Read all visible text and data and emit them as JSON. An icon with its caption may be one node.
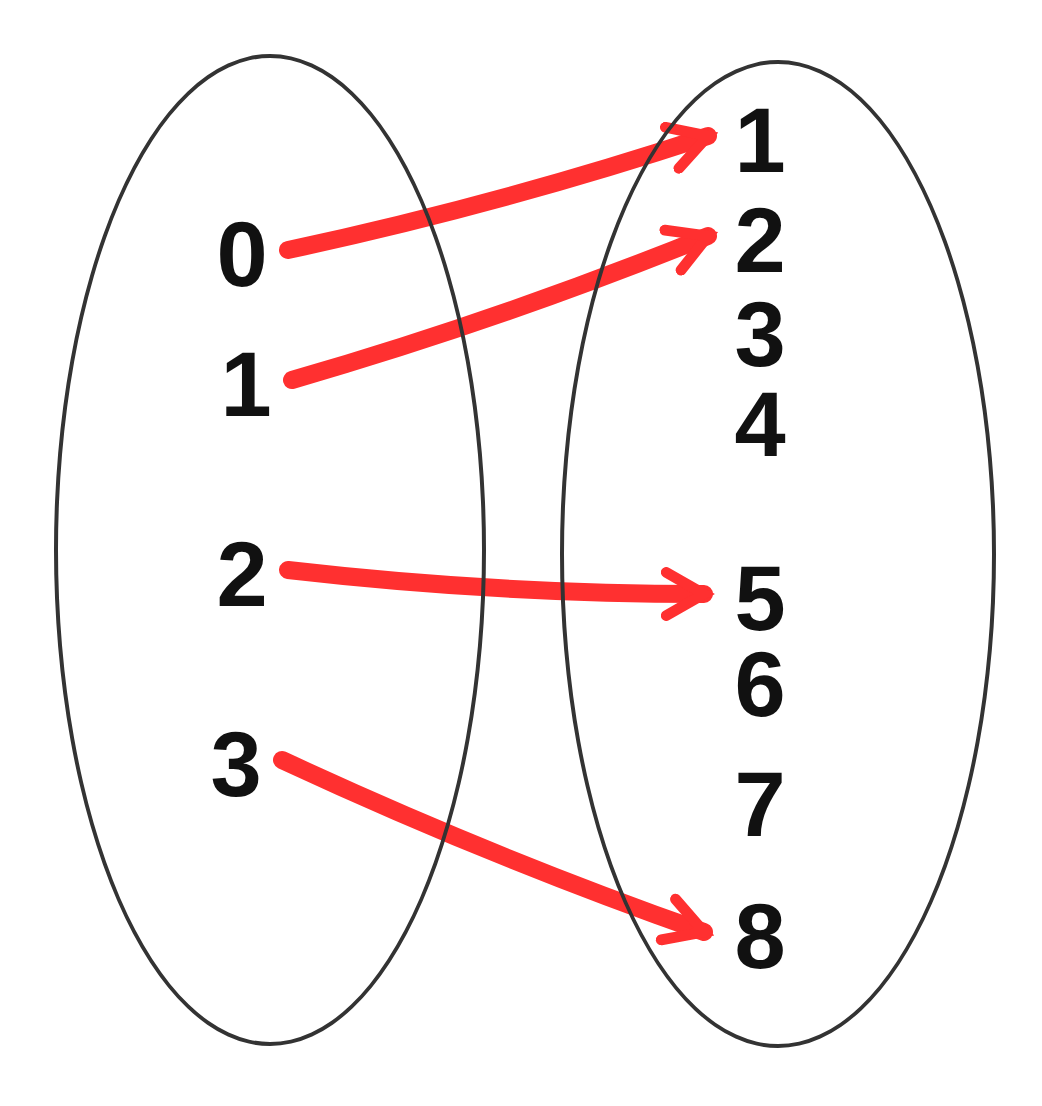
{
  "diagram": {
    "nodes": [
      {
        "text": [],
        "shape": "ellipse"
      },
      {
        "text": [
          "0"
        ],
        "in": 0
      },
      {
        "text": [
          "1"
        ],
        "in": 0
      },
      {
        "text": [
          "2"
        ],
        "in": 0
      },
      {
        "text": [
          "3"
        ],
        "in": 0
      },
      {
        "text": [],
        "shape": "ellipse"
      },
      {
        "text": [
          "1"
        ],
        "in": 5
      },
      {
        "text": [
          "2"
        ],
        "in": 5
      },
      {
        "text": [
          "3"
        ],
        "in": 5
      },
      {
        "text": [
          "4"
        ],
        "in": 5
      },
      {
        "text": [
          "5"
        ],
        "in": 5
      },
      {
        "text": [
          "6"
        ],
        "in": 5
      },
      {
        "text": [
          "7"
        ],
        "in": 5
      },
      {
        "text": [
          "8"
        ],
        "in": 5
      }
    ],
    "edges": [
      {
        "from": 1,
        "to": 6,
        "arrow": "to"
      },
      {
        "from": 2,
        "to": 7,
        "arrow": "to"
      },
      {
        "from": 3,
        "to": 10,
        "arrow": "to"
      },
      {
        "from": 4,
        "to": 13,
        "arrow": "to"
      }
    ]
  }
}
